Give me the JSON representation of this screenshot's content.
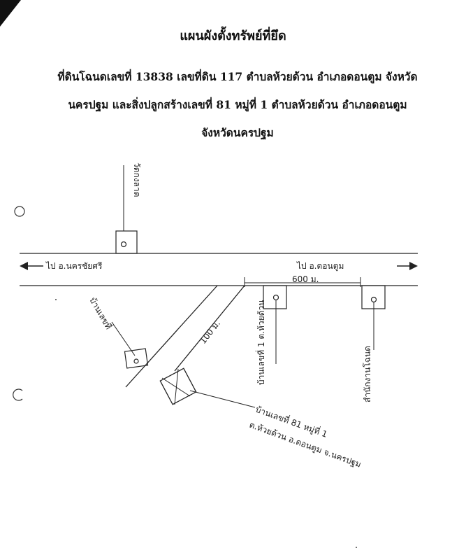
{
  "title": "แผนผังตั้งทรัพย์ที่ยึด",
  "description": [
    "ที่ดินโฉนดเลขที่ 13838 เลขที่ดิน 117 ตำบลห้วยด้วน อำเภอดอนตูม จังหวัด",
    "นครปฐม และสิ่งปลูกสร้างเลขที่ 81 หมู่ที่ 1 ตำบลห้วยด้วน อำเภอดอนตูม",
    "จังหวัดนครปฐม"
  ],
  "labels": {
    "road_left": "ไป อ.นครชัยศรี",
    "road_right": "ไป อ.ดอนตูม",
    "distance_main": "600 ม.",
    "distance_soi": "100 ม.",
    "temple": "วัดกงลาด",
    "house_left": "บ้านเลขที่",
    "house_mid": "บ้านเลขที่ 1 ต.ห้วยด้วน",
    "house_right": "สำนักงานโฉนด",
    "target_line1": "บ้านเลขที่ 81 หมู่ที่ 1",
    "target_line2": "ต.ห้วยด้วน อ.ดอนตูม จ.นครปฐม"
  },
  "colors": {
    "ink": "#222222"
  }
}
